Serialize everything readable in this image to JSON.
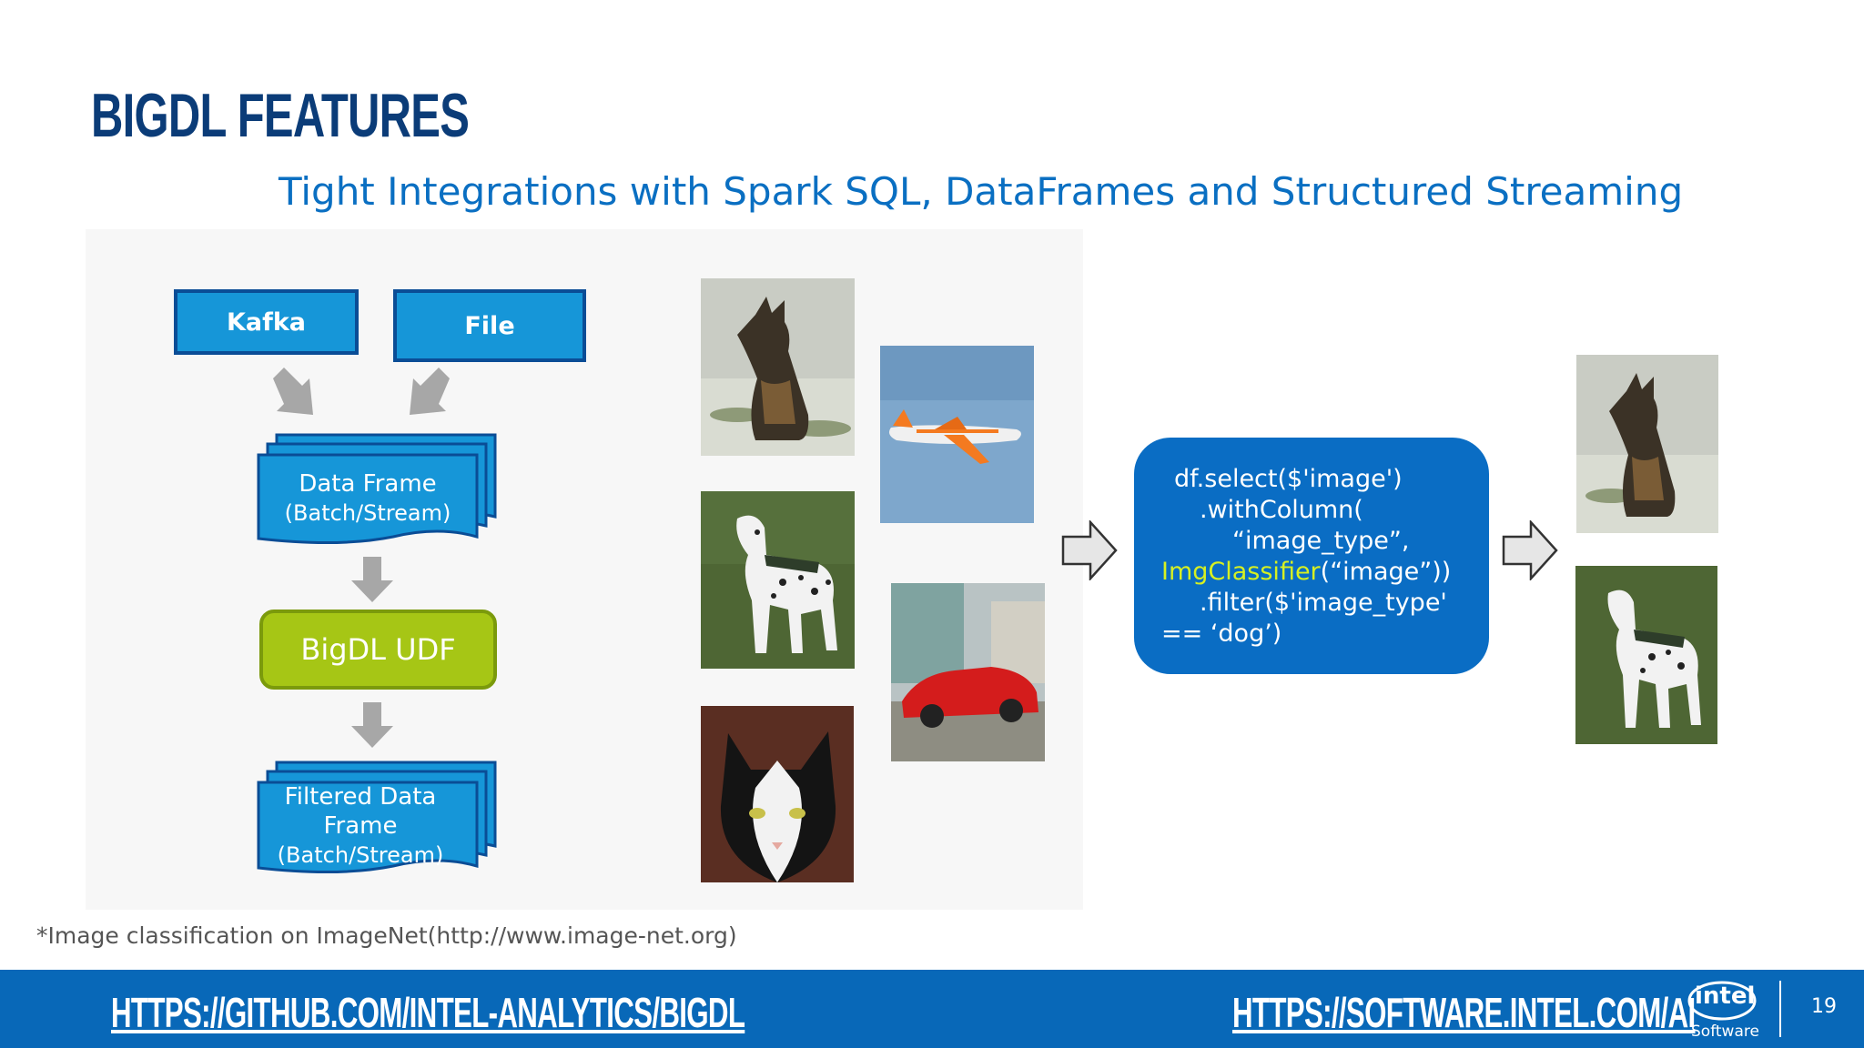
{
  "slide": {
    "title": "BIGDL FEATURES",
    "subtitle": "Tight Integrations with Spark SQL, DataFrames and Structured Streaming",
    "page_number": "19"
  },
  "flow": {
    "kafka": "Kafka",
    "file": "File",
    "dataframe_line1": "Data Frame",
    "dataframe_line2": "(Batch/Stream)",
    "udf": "BigDL UDF",
    "filtered_line1": "Filtered Data",
    "filtered_line2": "Frame",
    "filtered_line3": "(Batch/Stream)"
  },
  "code": {
    "line1": "df.select($'image')",
    "line2": ".withColumn(",
    "line3": "“image_type”,",
    "line4_highlight": "ImgClassifier",
    "line4_rest": "(“image”))",
    "line5": ".filter($'image_type'",
    "line6": "== ‘dog’)"
  },
  "footnote": "*Image classification on ImageNet(http://www.image-net.org)",
  "footer": {
    "link_left": "HTTPS://GITHUB.COM/INTEL-ANALYTICS/BIGDL",
    "link_right": "HTTPS://SOFTWARE.INTEL.COM/AI",
    "logo_text": "intel",
    "logo_sub": "Software"
  },
  "colors": {
    "title": "#0b3c78",
    "subtitle": "#0a6fc2",
    "box_blue": "#1696d8",
    "udf_green": "#a6c615",
    "code_bg": "#0a6dc4",
    "code_highlight": "#d6f022",
    "footer_bg": "#0868b8"
  },
  "icons": [
    "arrow-down-right-icon",
    "arrow-down-left-icon",
    "arrow-down-icon",
    "arrow-right-outline-icon",
    "intel-logo-icon"
  ]
}
